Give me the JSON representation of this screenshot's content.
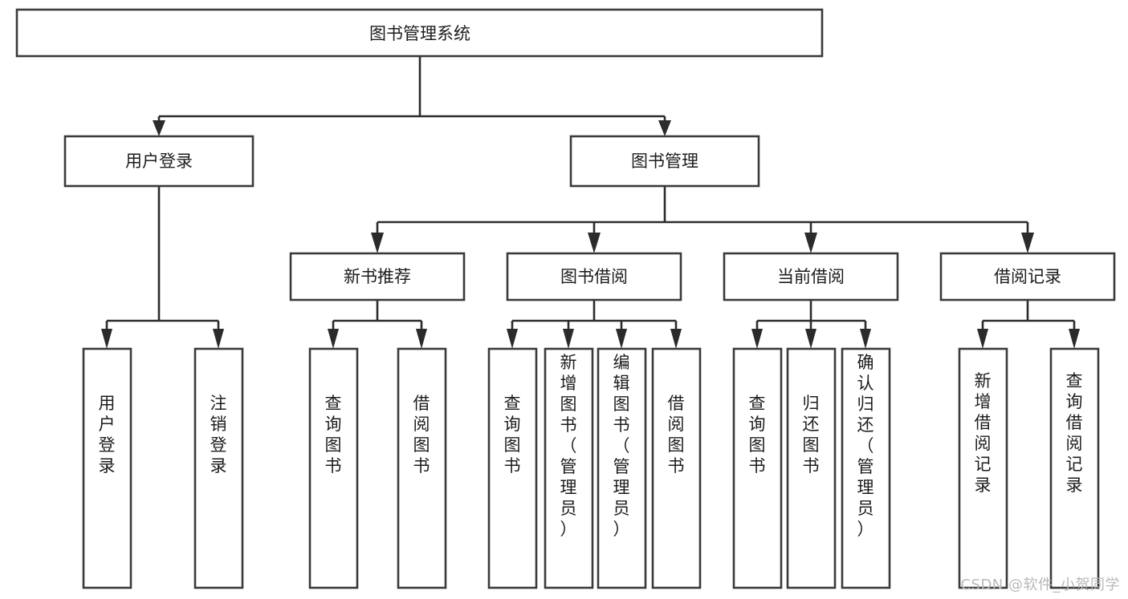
{
  "diagram": {
    "title": "图书管理系统",
    "watermark": "CSDN @软件_小贺同学",
    "orientation": "top-down-tree",
    "levels": 4,
    "nodes": {
      "root": {
        "label": "图书管理系统"
      },
      "level2": [
        {
          "id": "user-login",
          "label": "用户登录"
        },
        {
          "id": "book-management",
          "label": "图书管理"
        }
      ],
      "level3": [
        {
          "id": "new-book-recommend",
          "label": "新书推荐",
          "parent": "book-management"
        },
        {
          "id": "book-borrow",
          "label": "图书借阅",
          "parent": "book-management"
        },
        {
          "id": "current-borrow",
          "label": "当前借阅",
          "parent": "book-management"
        },
        {
          "id": "borrow-record",
          "label": "借阅记录",
          "parent": "book-management"
        }
      ],
      "leaves": {
        "user-login": [
          {
            "id": "leaf-user-login",
            "label": "用户登录"
          },
          {
            "id": "leaf-user-logout",
            "label": "注销登录"
          }
        ],
        "new-book-recommend": [
          {
            "id": "leaf-query-book-1",
            "label": "查询图书"
          },
          {
            "id": "leaf-borrow-book-1",
            "label": "借阅图书"
          }
        ],
        "book-borrow": [
          {
            "id": "leaf-query-book-2",
            "label": "查询图书"
          },
          {
            "id": "leaf-add-book",
            "label": "新增图书（管理员）"
          },
          {
            "id": "leaf-edit-book",
            "label": "编辑图书（管理员）"
          },
          {
            "id": "leaf-borrow-book-2",
            "label": "借阅图书"
          }
        ],
        "current-borrow": [
          {
            "id": "leaf-query-book-3",
            "label": "查询图书"
          },
          {
            "id": "leaf-return-book",
            "label": "归还图书"
          },
          {
            "id": "leaf-confirm-return",
            "label": "确认归还（管理员）"
          }
        ],
        "borrow-record": [
          {
            "id": "leaf-add-record",
            "label": "新增借阅记录"
          },
          {
            "id": "leaf-query-record",
            "label": "查询借阅记录"
          }
        ]
      }
    },
    "colors": {
      "box_stroke": "#3a3a3a",
      "box_fill": "#ffffff",
      "connector": "#2b2b2b",
      "text": "#1c1c1c",
      "watermark": "#b9b9b9",
      "background": "#ffffff"
    }
  }
}
